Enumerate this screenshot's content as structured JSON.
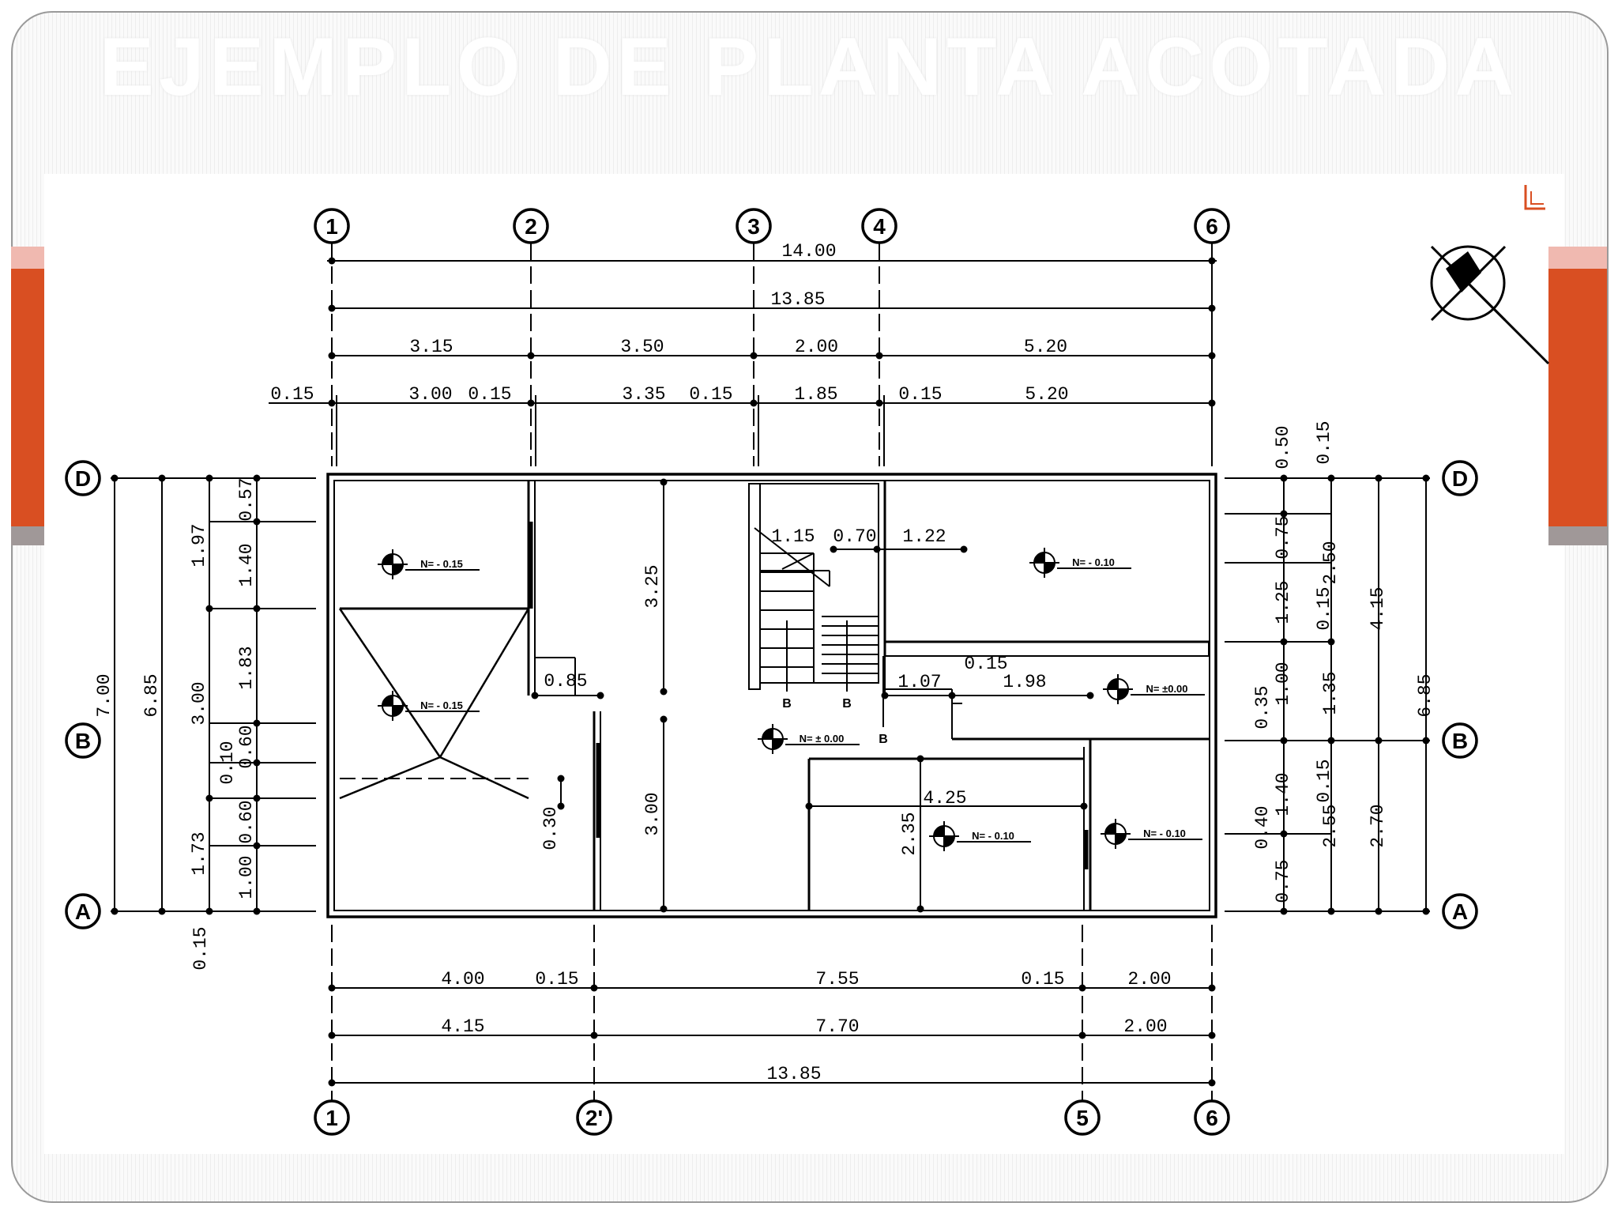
{
  "slide": {
    "title": "EJEMPLO DE PLANTA ACOTADA"
  },
  "colors": {
    "accent": "#d94f22",
    "accent_light": "#f0b9b0",
    "tab_grey": "#a09898",
    "ink": "#000000"
  },
  "plan": {
    "grid_top": [
      "1",
      "2",
      "3",
      "4",
      "6"
    ],
    "grid_bottom": [
      "1",
      "2'",
      "5",
      "6"
    ],
    "grid_rows": [
      "D",
      "B",
      "A"
    ],
    "dims_top": {
      "total_outer": "14.00",
      "total_inner": "13.85",
      "bays": [
        "3.15",
        "3.50",
        "2.00",
        "5.20"
      ],
      "clear": [
        "0.15",
        "3.00",
        "0.15",
        "3.35",
        "0.15",
        "1.85",
        "0.15",
        "5.20"
      ]
    },
    "dims_bottom": {
      "clear": [
        "4.00",
        "0.15",
        "7.55",
        "0.15",
        "2.00"
      ],
      "bays": [
        "4.15",
        "7.70",
        "2.00"
      ],
      "total": "13.85"
    },
    "dims_left": {
      "outer": "7.00",
      "inner": "6.85",
      "bays": [
        "1.97",
        "3.00",
        "1.73"
      ],
      "detail": [
        "0.57",
        "1.40",
        "1.83",
        "0.60",
        "0.60",
        "1.00"
      ],
      "small": [
        "0.10",
        "0.15"
      ]
    },
    "dims_right": {
      "outer": "6.85",
      "bays": [
        "4.15",
        "2.70"
      ],
      "mid": [
        "2.50",
        "1.35",
        "2.55"
      ],
      "detail": [
        "0.50",
        "0.75",
        "1.25",
        "1.00",
        "1.40",
        "0.75"
      ],
      "small": [
        "0.15",
        "0.15",
        "0.35",
        "0.15",
        "0.40"
      ]
    },
    "dims_interior": [
      "1.15",
      "0.70",
      "1.22",
      "3.25",
      "0.85",
      "1.07",
      "0.15",
      "1.98",
      "3.00",
      "4.25",
      "2.35",
      "0.30"
    ],
    "levels": [
      "N= - 0.15",
      "N= - 0.15",
      "N= - 0.10",
      "N= ±0.00",
      "N= ± 0.00",
      "N= - 0.10",
      "N= - 0.10"
    ],
    "section_marks": [
      "B",
      "B",
      "B"
    ]
  }
}
